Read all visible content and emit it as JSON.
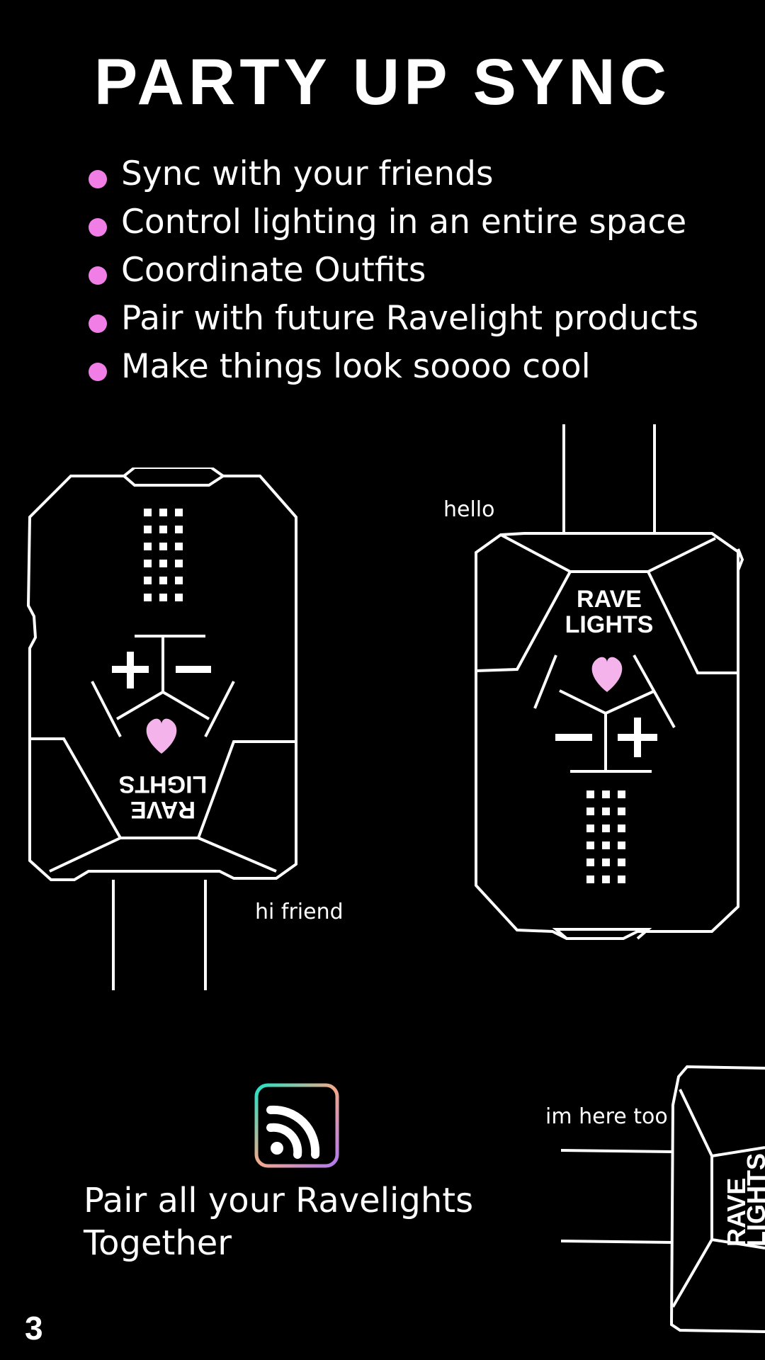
{
  "title": "PARTY UP SYNC",
  "bullets": [
    "Sync with your friends",
    "Control lighting in an entire space",
    "Coordinate Outfits",
    "Pair with future Ravelight products",
    "Make things look soooo cool"
  ],
  "device_brand": [
    "RAVE",
    "LIGHTS"
  ],
  "notes": {
    "hello": "hello",
    "hi_friend": "hi friend",
    "im_here_too": "im here too"
  },
  "pair": {
    "icon": "wireless-signal-icon",
    "line1": "Pair all your Ravelights",
    "line2": "Together"
  },
  "page_number": "3",
  "colors": {
    "background": "#000000",
    "accent_pink": "#f07ee6",
    "heart_pink": "#f4b3ea",
    "icon_gradient": [
      "#24e0c6",
      "#f4a98a",
      "#b079f0"
    ]
  }
}
